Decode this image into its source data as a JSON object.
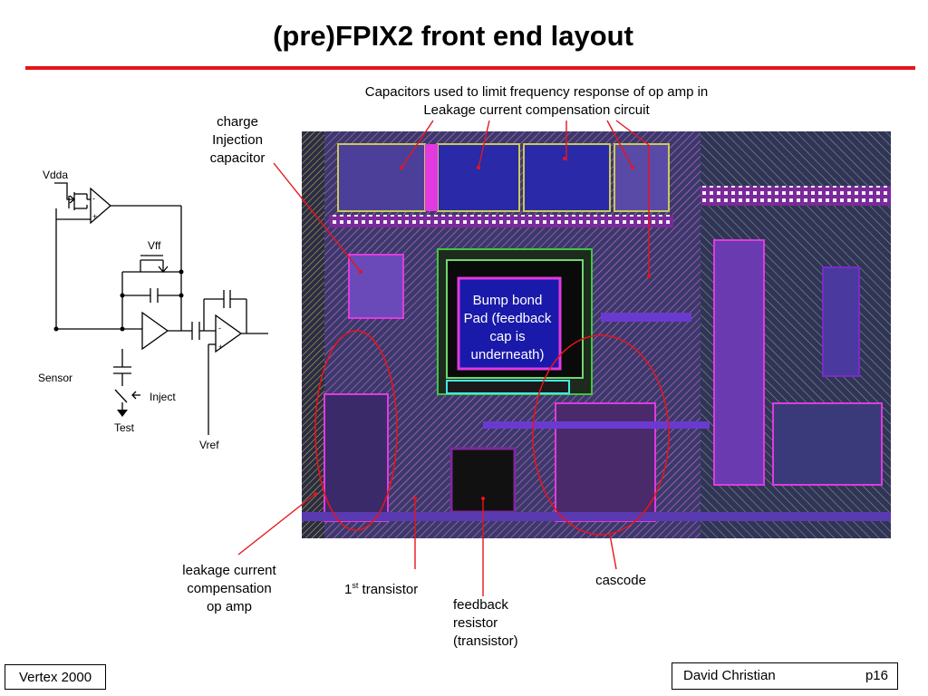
{
  "slide": {
    "title": "(pre)FPIX2 front end layout",
    "accent_color": "#e8141b"
  },
  "annotations": {
    "capacitors_line1": "Capacitors used to limit frequency response of op amp in",
    "capacitors_line2": "Leakage current compensation circuit",
    "charge_injection_line1": "charge",
    "charge_injection_line2": "Injection",
    "charge_injection_line3": "capacitor",
    "bump_bond_line1": "Bump bond",
    "bump_bond_line2": "Pad (feedback",
    "bump_bond_line3": "cap is",
    "bump_bond_line4": "underneath)",
    "leakage_line1": "leakage current",
    "leakage_line2": "compensation",
    "leakage_line3": "op amp",
    "first_transistor_prefix": "1",
    "first_transistor_sup": "st",
    "first_transistor_suffix": " transistor",
    "feedback_line1": "feedback",
    "feedback_line2": "resistor",
    "feedback_line3": "(transistor)",
    "cascode": "cascode"
  },
  "schematic": {
    "vdda": "Vdda",
    "vff": "Vff",
    "sensor": "Sensor",
    "inject": "Inject",
    "test": "Test",
    "vref": "Vref"
  },
  "footer": {
    "left": "Vertex 2000",
    "author": "David Christian",
    "page": "p16"
  }
}
